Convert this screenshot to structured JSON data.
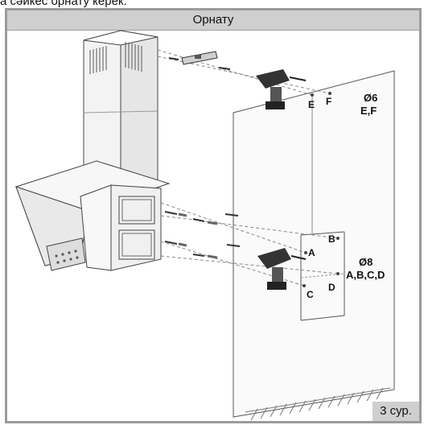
{
  "header_text": "а сәйкес орнату керек.",
  "panel": {
    "title": "Орнату",
    "figure_label": "3 сур."
  },
  "wall_holes": {
    "upper": {
      "hole_e": "E",
      "hole_f": "F",
      "diameter": "Ø6",
      "letters": "E,F"
    },
    "lower": {
      "hole_a": "A",
      "hole_b": "B",
      "hole_c": "C",
      "hole_d": "D",
      "diameter": "Ø8",
      "letters": "A,B,C,D"
    }
  },
  "icons": [
    "drill-icon",
    "spirit-level-icon",
    "screw-icon",
    "wall-plug-icon",
    "cooker-hood-icon",
    "wall-icon"
  ]
}
